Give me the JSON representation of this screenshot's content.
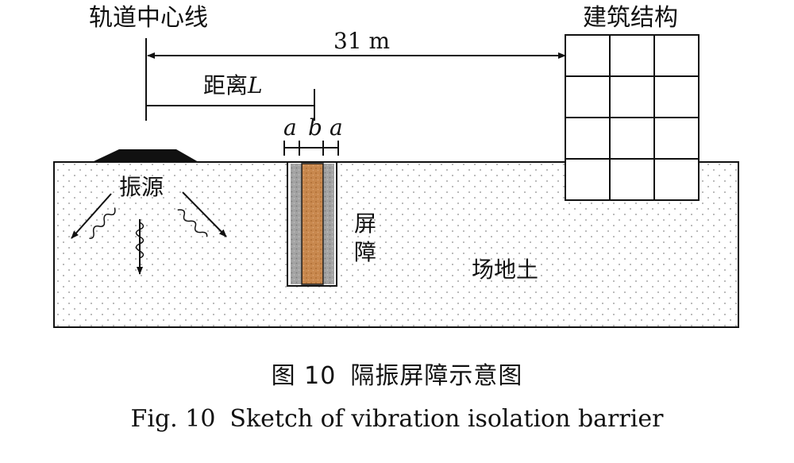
{
  "diagram": {
    "track_centerline_label": "轨道中心线",
    "building_label": "建筑结构",
    "distance_total_label": "31 m",
    "distance_L_label": "距离",
    "distance_L_symbol": "L",
    "dim_a_left": "a",
    "dim_b": "b",
    "dim_a_right": "a",
    "source_label": "振源",
    "barrier_label_1": "屏",
    "barrier_label_2": "障",
    "soil_label": "场地土"
  },
  "caption": {
    "cn_number": "图 10",
    "cn_title": "隔振屏障示意图",
    "en_number": "Fig. 10",
    "en_title": "Sketch of vibration isolation barrier"
  },
  "colors": {
    "soil_fill": "#ffffff",
    "soil_dots": "#8a8a8a",
    "barrier_outer": "#9a9a9a",
    "barrier_core": "#c8884e",
    "line": "#111111"
  }
}
